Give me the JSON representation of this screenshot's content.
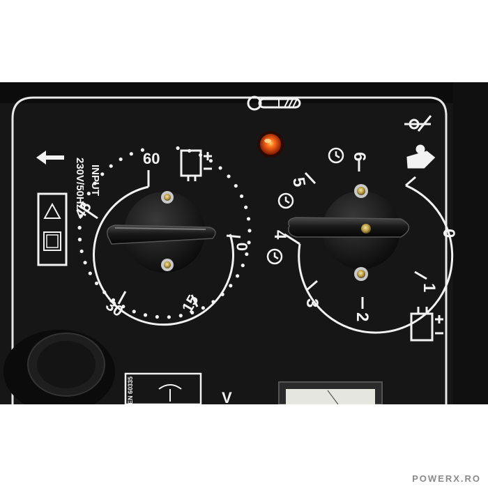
{
  "panel": {
    "input_label": "INPUT",
    "voltage_label": "230V/50Hz"
  },
  "timer_dial": {
    "marks": [
      "60",
      "45",
      "30",
      "15",
      "0"
    ]
  },
  "selector_dial": {
    "marks": [
      "6",
      "5",
      "4",
      "3",
      "2",
      "1",
      "0"
    ]
  },
  "plate_text": "EN 60335",
  "watermark": "POWERX.RO",
  "colors": {
    "panel": "#161616",
    "print": "#f2f2f2",
    "lamp": "#ff5a1a"
  }
}
